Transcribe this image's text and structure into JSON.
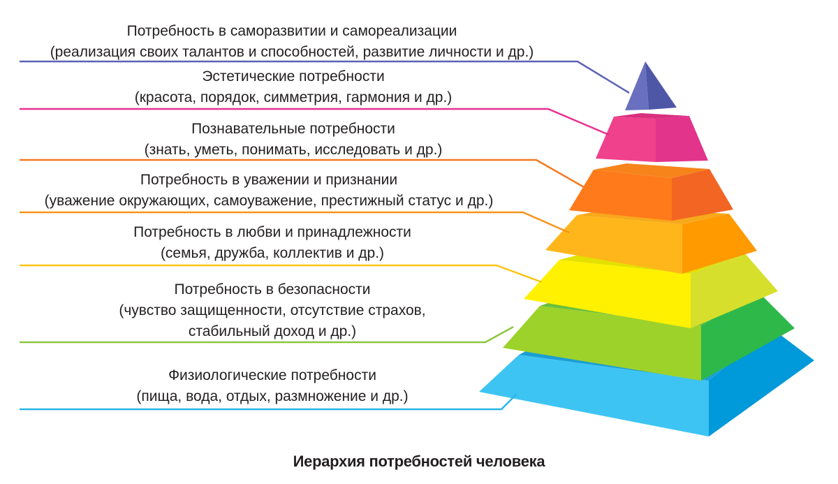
{
  "title": "Иерархия потребностей человека",
  "levels": [
    {
      "id": "self-actualization",
      "title": "Потребность в саморазвитии и самореализации",
      "desc": "(реализация своих талантов и способностей, развитие личности и др.)",
      "color": "#5b62b6"
    },
    {
      "id": "aesthetic",
      "title": "Эстетические потребности",
      "desc": "(красота, порядок, симметрия, гармония и др.)",
      "color": "#e8308f"
    },
    {
      "id": "cognitive",
      "title": "Познавательные потребности",
      "desc": "(знать, уметь, понимать, исследовать и др.)",
      "color": "#f47a20"
    },
    {
      "id": "esteem",
      "title": "Потребность в уважении и признании",
      "desc": "(уважение окружающих, самоуважение, престижный статус и др.)",
      "color": "#f7941d"
    },
    {
      "id": "belonging",
      "title": "Потребность в любви и принадлежности",
      "desc": "(семья, дружба, коллектив и др.)",
      "color": "#f9c512"
    },
    {
      "id": "safety",
      "title": "Потребность в безопасности",
      "desc_lines": [
        "(чувство защищенности, отсутствие страхов,",
        "стабильный доход и др.)"
      ],
      "color": "#8dc63f"
    },
    {
      "id": "physiological",
      "title": "Физиологические потребности",
      "desc": "(пища, вода, отдых, размножение и др.)",
      "color": "#29b6e8"
    }
  ]
}
